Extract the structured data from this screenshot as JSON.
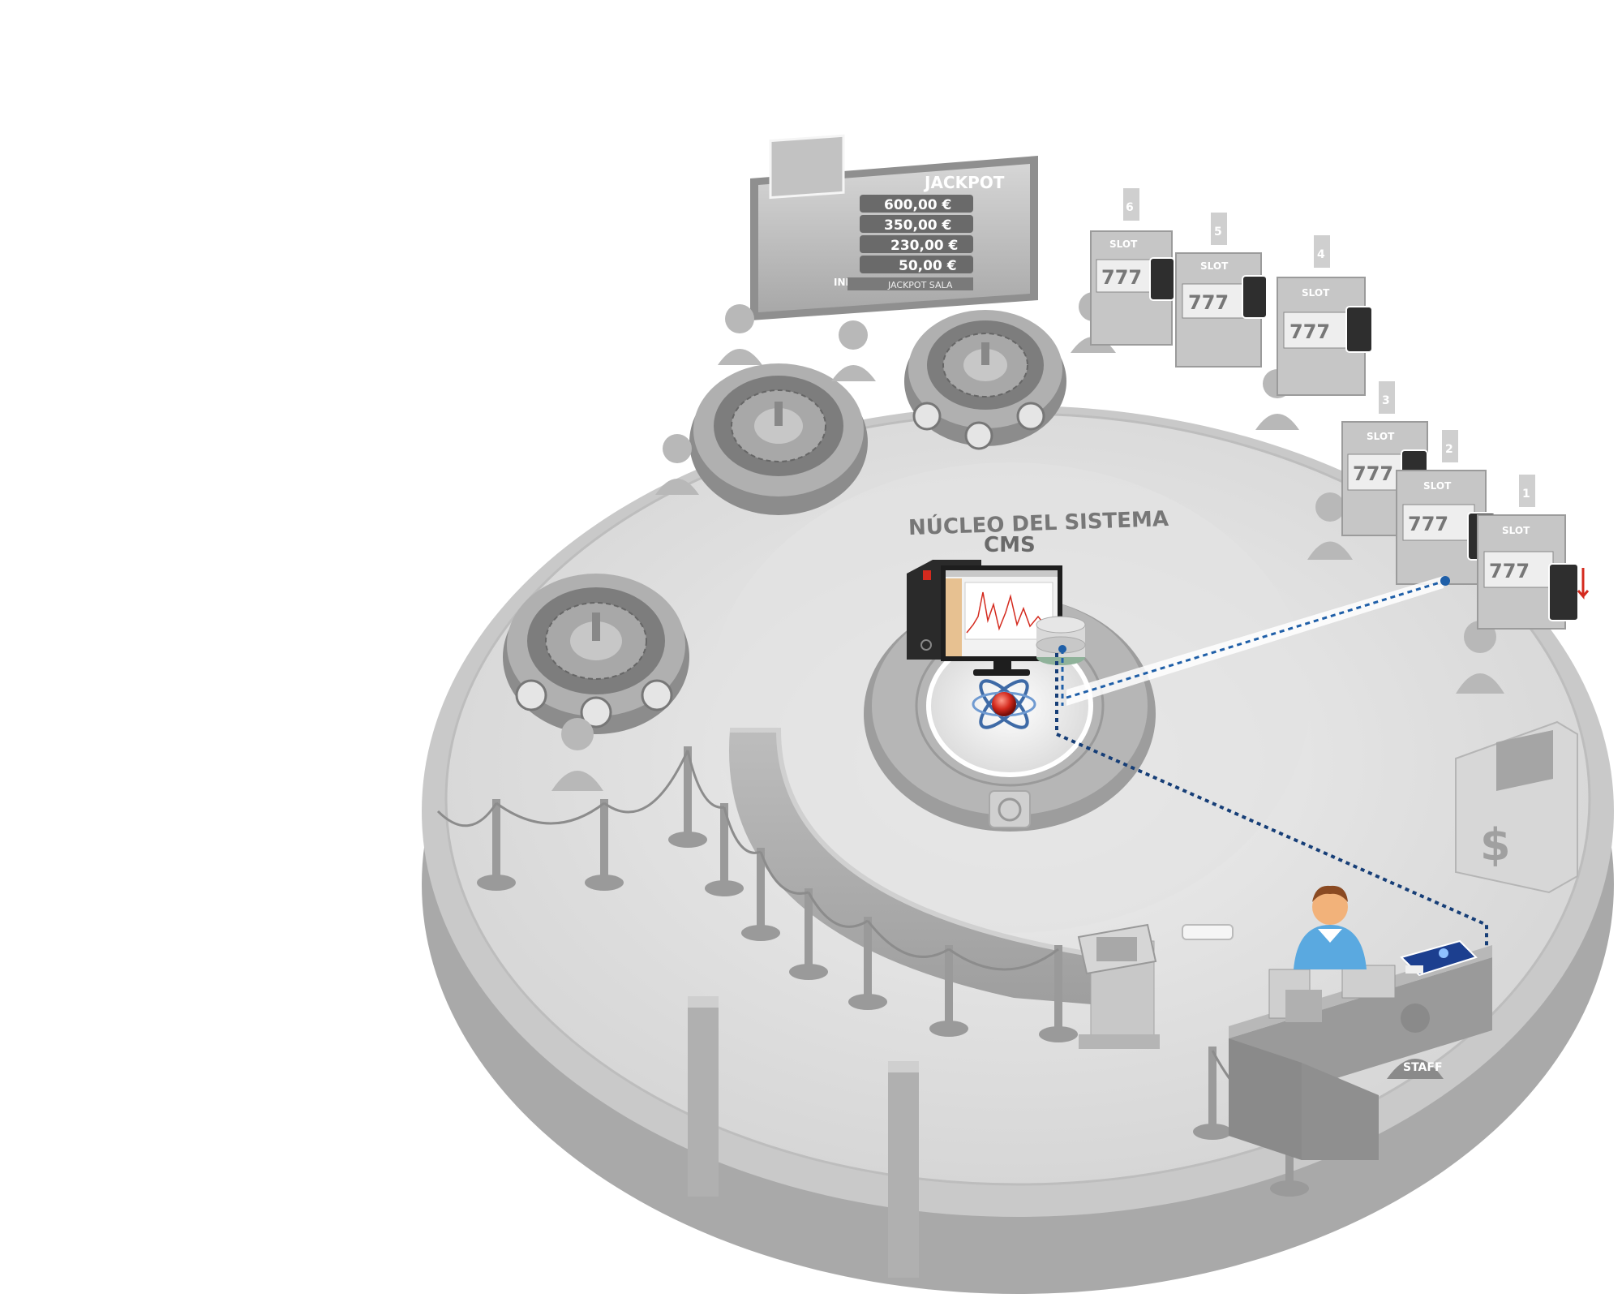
{
  "core": {
    "title": "NÚCLEO DEL SISTEMA",
    "subtitle": "CMS"
  },
  "jackpot_screen": {
    "title": "JACKPOT",
    "amounts": [
      "600,00 €",
      "350,00 €",
      "230,00 €",
      "50,00 €"
    ],
    "info_label": "INFO",
    "footer": "JACKPOT SALA"
  },
  "slot_machines": [
    {
      "number": "6",
      "label": "SLOT",
      "reels": "777"
    },
    {
      "number": "5",
      "label": "SLOT",
      "reels": "777"
    },
    {
      "number": "4",
      "label": "SLOT",
      "reels": "777"
    },
    {
      "number": "3",
      "label": "SLOT",
      "reels": "777"
    },
    {
      "number": "2",
      "label": "SLOT",
      "reels": "777"
    },
    {
      "number": "1",
      "label": "SLOT",
      "reels": "777"
    }
  ],
  "atm": {
    "symbol": "$"
  },
  "staff": {
    "label": "STAFF"
  },
  "colors": {
    "floor": "#d9d9d9",
    "rim": "#c4c4c4",
    "connection_line": "#1f5fa8",
    "accent_red": "#d42a1e",
    "person_shirt": "#5aa9e0",
    "person_skin": "#f2b27a",
    "card_reader": "#1c3f8f"
  },
  "icons": [
    "monitor-icon",
    "database-icon",
    "atom-icon",
    "person-icon",
    "card-reader-icon",
    "vault-icon",
    "atm-icon"
  ]
}
